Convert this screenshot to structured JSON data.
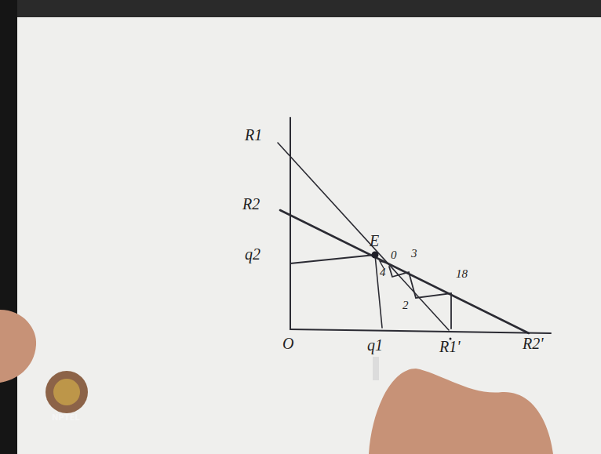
{
  "diagram": {
    "labels": [
      "R1",
      "R2",
      "q2",
      "E",
      "0",
      "3",
      "4",
      "2",
      "18",
      "O",
      "q1",
      "R1'",
      "R2'",
      "NPTEL"
    ]
  }
}
